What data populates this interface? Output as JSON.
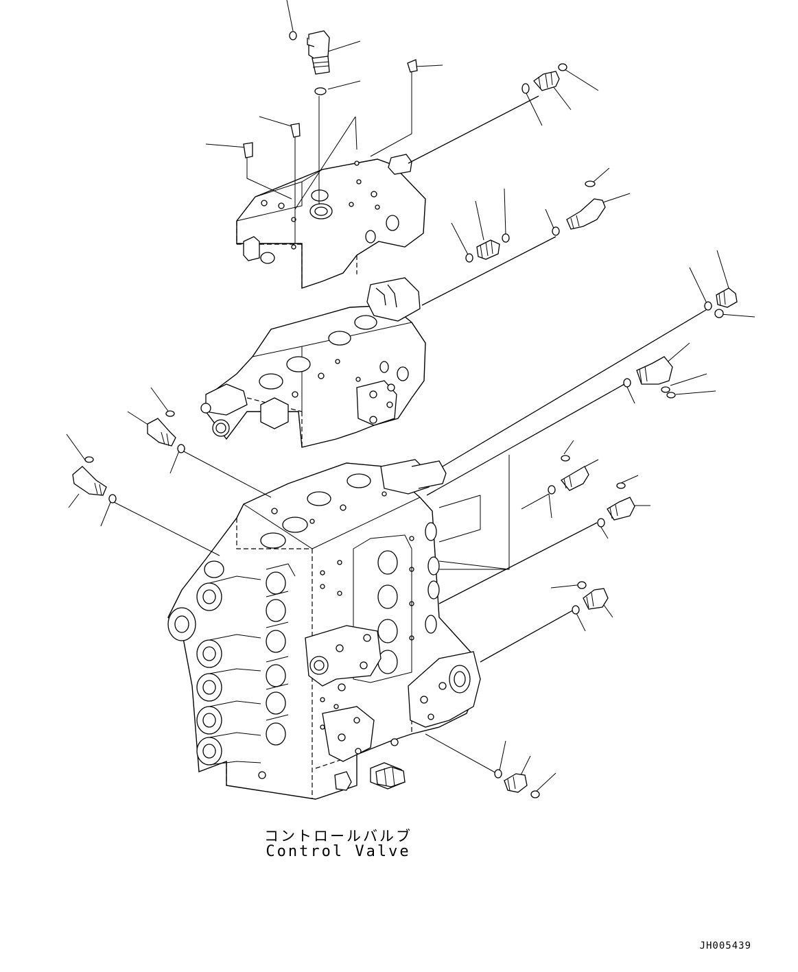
{
  "caption": {
    "japanese": "コントロールバルブ",
    "english": "Control Valve"
  },
  "drawing_code": "JH005439"
}
